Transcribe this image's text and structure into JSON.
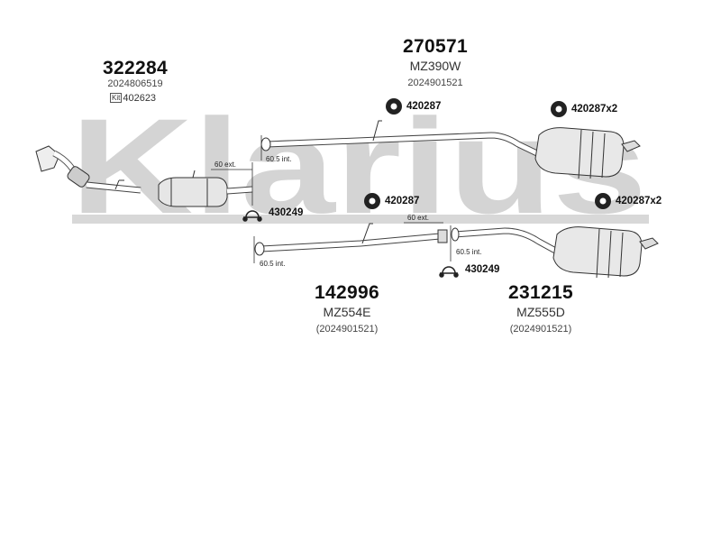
{
  "watermark": {
    "text": "Klarius",
    "color": "#d4d4d4"
  },
  "parts": {
    "front": {
      "number": "322284",
      "oe": "2024806519",
      "kit_label": "Kit",
      "kit": "402623"
    },
    "middle_top": {
      "number": "270571",
      "code": "MZ390W",
      "oe": "2024901521"
    },
    "middle_bottom": {
      "number": "142996",
      "code": "MZ554E",
      "oe": "(2024901521)"
    },
    "rear_bottom": {
      "number": "231215",
      "code": "MZ555D",
      "oe": "(2024901521)"
    }
  },
  "fittings": {
    "hanger_top_mid": "420287",
    "hanger_top_rear": "420287x2",
    "hanger_bot_mid": "420287",
    "hanger_bot_rear": "420287x2",
    "clamp_left": "430249",
    "clamp_right": "430249"
  },
  "dimensions": {
    "d1": "60 ext.",
    "d2": "60.5 int.",
    "d3": "60 ext.",
    "d4": "60.5 int.",
    "d5": "60.5 int."
  }
}
